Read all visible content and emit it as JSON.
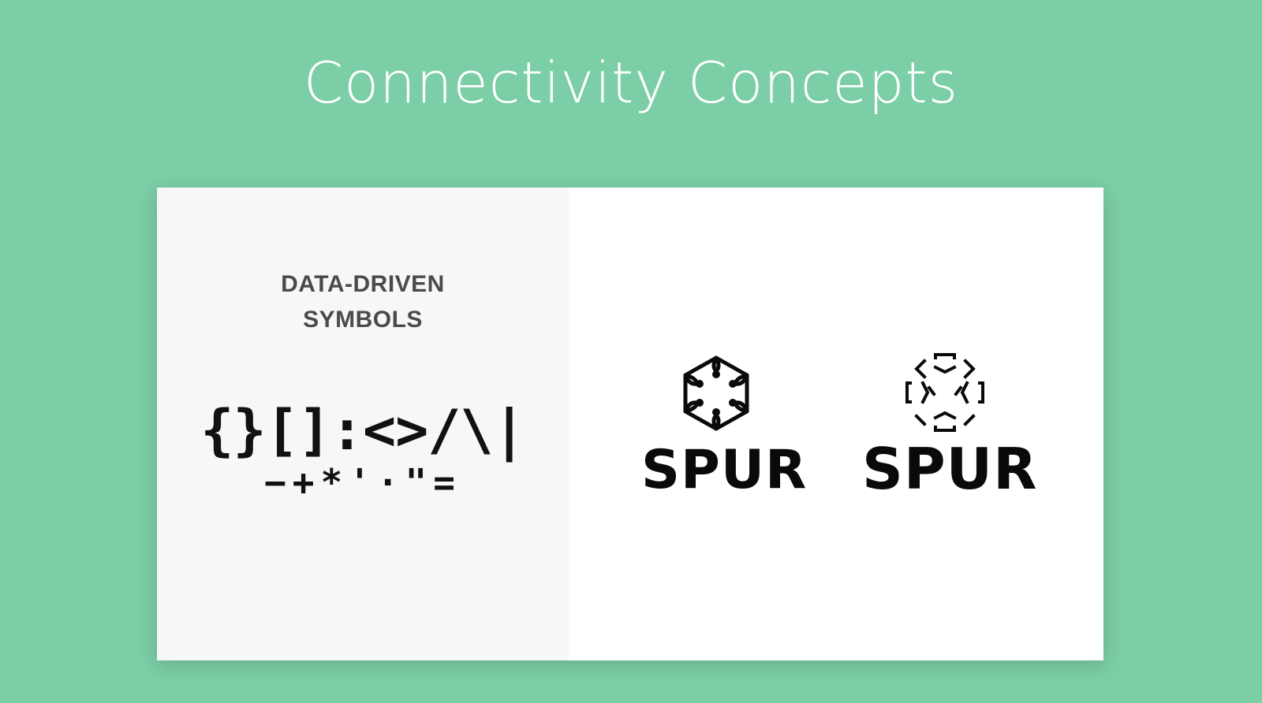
{
  "page": {
    "title": "Connectivity Concepts"
  },
  "left_panel": {
    "heading_line_1": "DATA-DRIVEN",
    "heading_line_2": "SYMBOLS",
    "symbols_row_1": "{}[]:<>/\\|",
    "symbols_row_2": "−+*'·\"="
  },
  "logos": [
    {
      "wordmark": "SPUR",
      "mark_icon": "organic-hexagon-mark-icon"
    },
    {
      "wordmark": "SPUR",
      "mark_icon": "bracket-symbol-mark-icon"
    }
  ],
  "colors": {
    "background": "#7bcea5",
    "card": "#ffffff",
    "left_panel": "#f7f7f7",
    "heading_text": "#4a4a4a",
    "mark": "#0a0a0a"
  }
}
